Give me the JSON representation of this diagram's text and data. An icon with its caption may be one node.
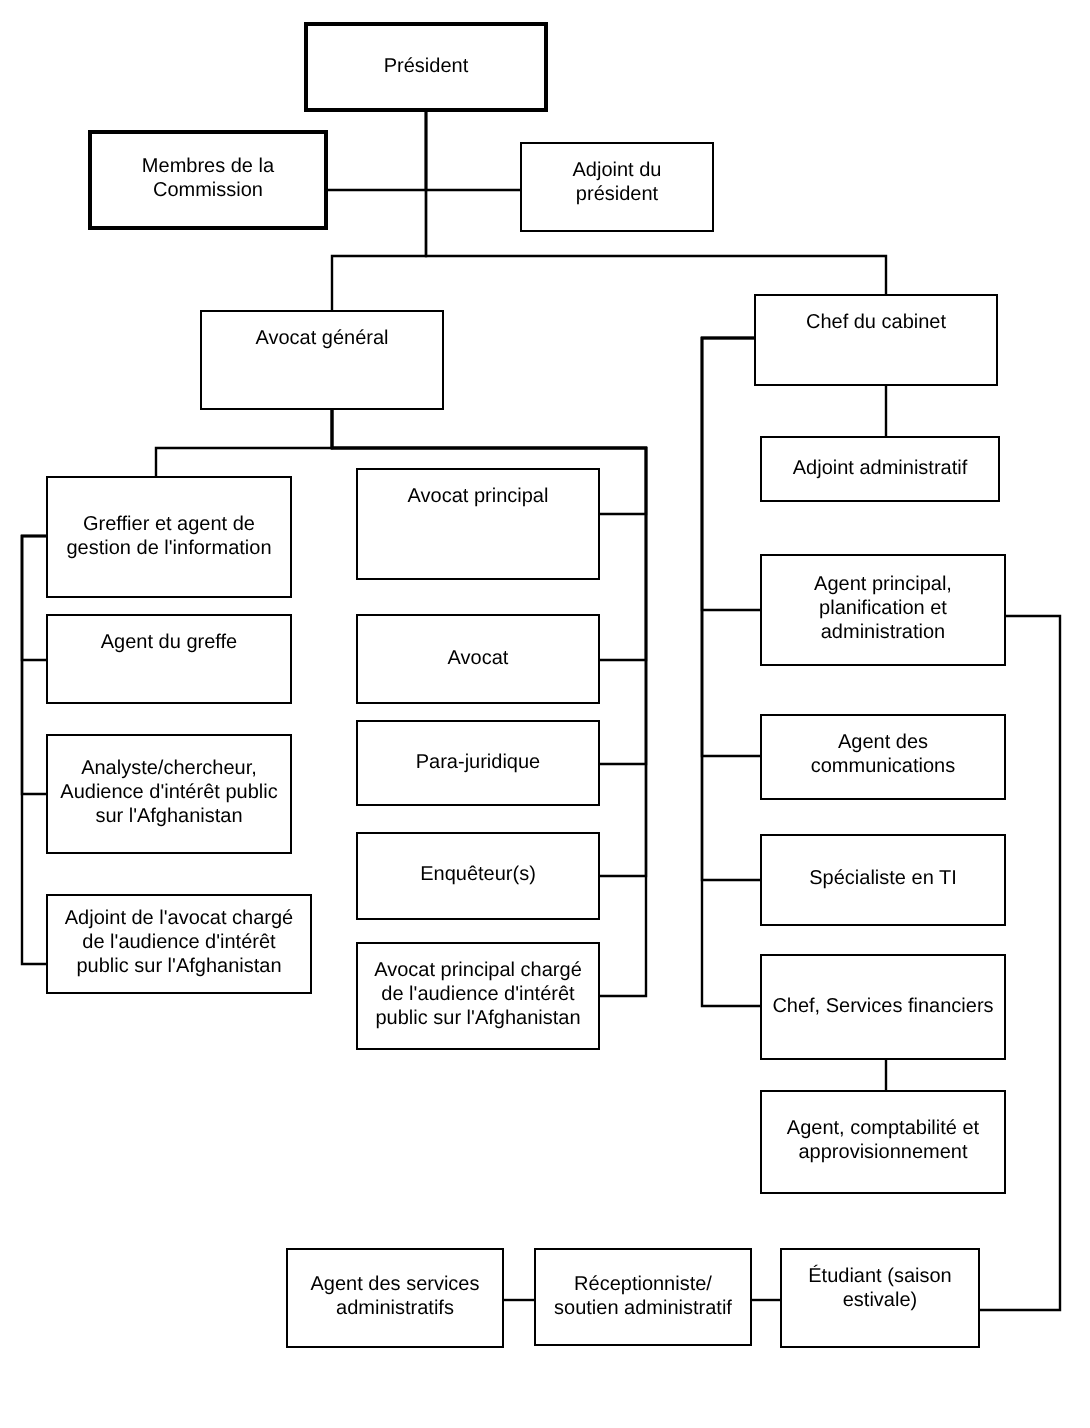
{
  "diagram": {
    "nodes": [
      {
        "text": [
          "Président"
        ]
      },
      {
        "text": [
          "Membres de la Commission"
        ]
      },
      {
        "text": [
          "Adjoint du président"
        ]
      },
      {
        "text": [
          "Avocat général"
        ]
      },
      {
        "text": [
          "Chef du cabinet"
        ]
      },
      {
        "text": [
          "Greffier et agent de gestion de l'information"
        ]
      },
      {
        "text": [
          "Agent du greffe"
        ]
      },
      {
        "text": [
          "Analyste/chercheur, Audience d'intérêt public sur l'Afghanistan"
        ]
      },
      {
        "text": [
          "Adjoint de l'avocat chargé de l'audience d'intérêt public sur l'Afghanistan"
        ]
      },
      {
        "text": [
          "Avocat principal"
        ]
      },
      {
        "text": [
          "Avocat"
        ]
      },
      {
        "text": [
          "Para-juridique"
        ]
      },
      {
        "text": [
          "Enquêteur(s)"
        ]
      },
      {
        "text": [
          "Avocat principal chargé de l'audience d'intérêt public sur l'Afghanistan"
        ]
      },
      {
        "text": [
          "Adjoint administratif"
        ]
      },
      {
        "text": [
          "Agent principal, planification et administration"
        ]
      },
      {
        "text": [
          "Agent des communications"
        ]
      },
      {
        "text": [
          "Spécialiste en TI"
        ]
      },
      {
        "text": [
          "Chef, Services financiers"
        ]
      },
      {
        "text": [
          "Agent, comptabilité et approvisionnement"
        ]
      },
      {
        "text": [
          "Agent des services administratifs"
        ]
      },
      {
        "text": [
          "Réceptionniste/ soutien administratif"
        ]
      },
      {
        "text": [
          "Étudiant (saison estivale)"
        ]
      }
    ],
    "edges": [
      {
        "from": 0,
        "to": 1,
        "arrow": "none"
      },
      {
        "from": 0,
        "to": 2,
        "arrow": "none"
      },
      {
        "from": 0,
        "to": 3,
        "arrow": "none"
      },
      {
        "from": 0,
        "to": 4,
        "arrow": "none"
      },
      {
        "from": 3,
        "to": 5,
        "arrow": "none"
      },
      {
        "from": 5,
        "to": 6,
        "arrow": "none"
      },
      {
        "from": 5,
        "to": 7,
        "arrow": "none"
      },
      {
        "from": 5,
        "to": 8,
        "arrow": "none"
      },
      {
        "from": 3,
        "to": 9,
        "arrow": "none"
      },
      {
        "from": 3,
        "to": 10,
        "arrow": "none"
      },
      {
        "from": 3,
        "to": 11,
        "arrow": "none"
      },
      {
        "from": 3,
        "to": 12,
        "arrow": "none"
      },
      {
        "from": 3,
        "to": 13,
        "arrow": "none"
      },
      {
        "from": 4,
        "to": 14,
        "arrow": "none"
      },
      {
        "from": 4,
        "to": 15,
        "arrow": "none"
      },
      {
        "from": 4,
        "to": 16,
        "arrow": "none"
      },
      {
        "from": 4,
        "to": 17,
        "arrow": "none"
      },
      {
        "from": 4,
        "to": 18,
        "arrow": "none"
      },
      {
        "from": 18,
        "to": 19,
        "arrow": "none"
      },
      {
        "from": 15,
        "to": 22,
        "arrow": "none"
      },
      {
        "from": 22,
        "to": 21,
        "arrow": "none"
      },
      {
        "from": 21,
        "to": 20,
        "arrow": "none"
      }
    ]
  }
}
